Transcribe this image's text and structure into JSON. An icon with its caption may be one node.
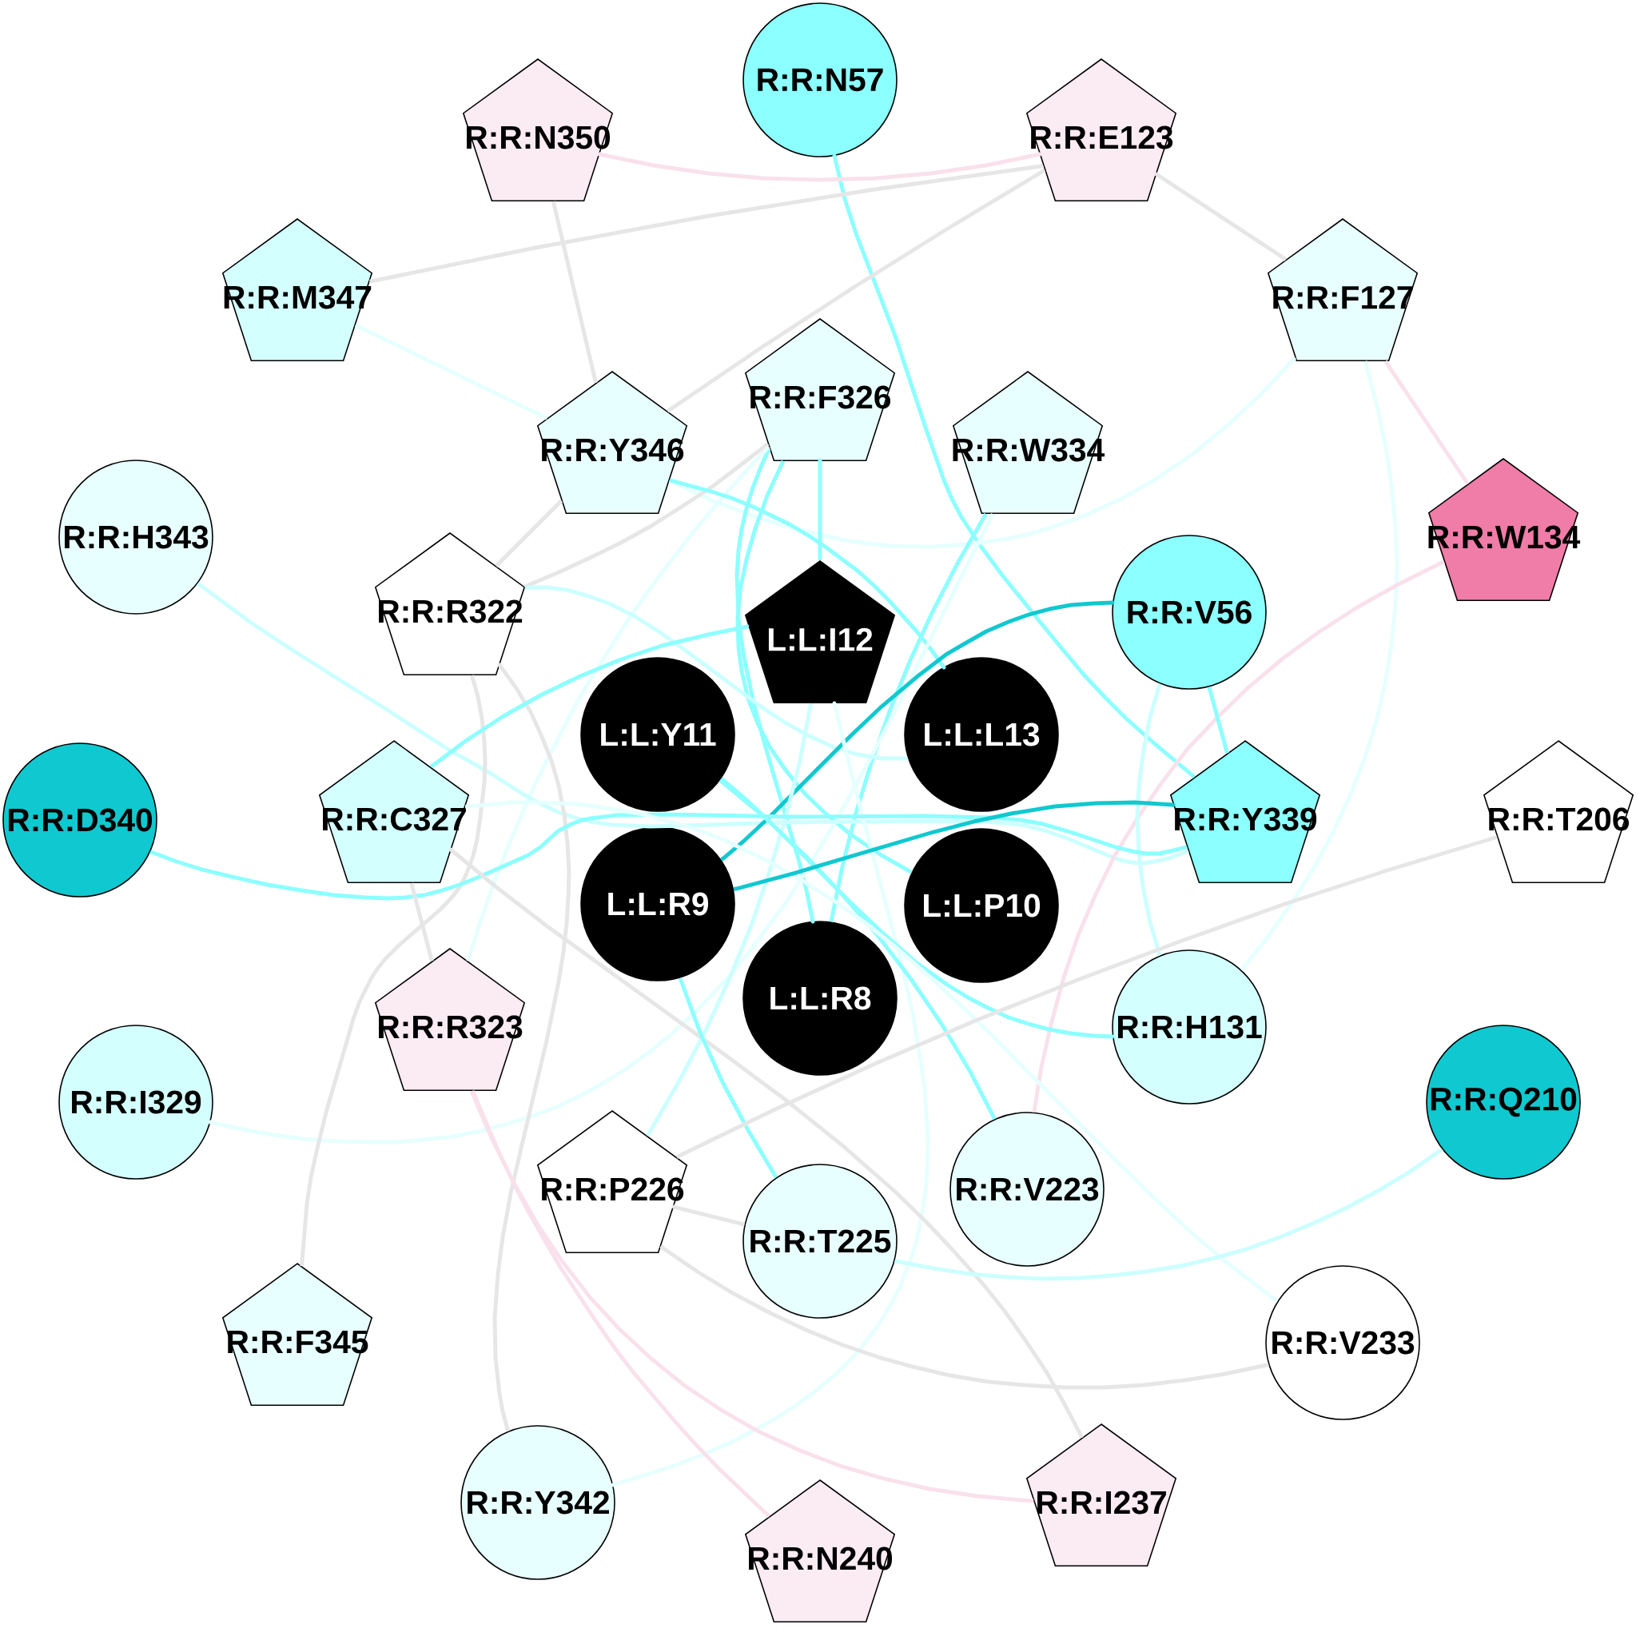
{
  "diagram": {
    "nodes": [
      {
        "text": [
          "R:R:N57"
        ]
      },
      {
        "text": [
          "R:R:N350"
        ]
      },
      {
        "text": [
          "R:R:E123"
        ]
      },
      {
        "text": [
          "R:R:M347"
        ]
      },
      {
        "text": [
          "R:R:F127"
        ]
      },
      {
        "text": [
          "R:R:F326"
        ]
      },
      {
        "text": [
          "R:R:Y346"
        ]
      },
      {
        "text": [
          "R:R:W334"
        ]
      },
      {
        "text": [
          "R:R:H343"
        ]
      },
      {
        "text": [
          "R:R:W134"
        ]
      },
      {
        "text": [
          "R:R:R322"
        ]
      },
      {
        "text": [
          "R:R:V56"
        ]
      },
      {
        "text": [
          "L:L:I12"
        ]
      },
      {
        "text": [
          "L:L:Y11"
        ]
      },
      {
        "text": [
          "L:L:L13"
        ]
      },
      {
        "text": [
          "R:R:D340"
        ]
      },
      {
        "text": [
          "R:R:C327"
        ]
      },
      {
        "text": [
          "R:R:Y339"
        ]
      },
      {
        "text": [
          "R:R:T206"
        ]
      },
      {
        "text": [
          "L:L:R9"
        ]
      },
      {
        "text": [
          "L:L:P10"
        ]
      },
      {
        "text": [
          "L:L:R8"
        ]
      },
      {
        "text": [
          "R:R:R323"
        ]
      },
      {
        "text": [
          "R:R:H131"
        ]
      },
      {
        "text": [
          "R:R:I329"
        ]
      },
      {
        "text": [
          "R:R:Q210"
        ]
      },
      {
        "text": [
          "R:R:P226"
        ]
      },
      {
        "text": [
          "R:R:V223"
        ]
      },
      {
        "text": [
          "R:R:T225"
        ]
      },
      {
        "text": [
          "R:R:F345"
        ]
      },
      {
        "text": [
          "R:R:V233"
        ]
      },
      {
        "text": [
          "R:R:Y342"
        ]
      },
      {
        "text": [
          "R:R:I237"
        ]
      },
      {
        "text": [
          "R:R:N240"
        ]
      }
    ],
    "edges": [
      {
        "from": 0,
        "to": 17,
        "arrow": "none",
        "color": "#8cffff"
      },
      {
        "from": 1,
        "to": 2,
        "arrow": "none",
        "color": "#f9e1ec"
      },
      {
        "from": 1,
        "to": 6,
        "arrow": "none"
      },
      {
        "from": 2,
        "to": 3,
        "arrow": "none"
      },
      {
        "from": 2,
        "to": 4,
        "arrow": "none"
      },
      {
        "from": 2,
        "to": 6,
        "arrow": "none"
      },
      {
        "from": 3,
        "to": 6,
        "arrow": "none",
        "color": "#e6ffff"
      },
      {
        "from": 4,
        "to": 6,
        "arrow": "none",
        "color": "#e6ffff"
      },
      {
        "from": 4,
        "to": 9,
        "arrow": "none",
        "color": "#f9e1ec"
      },
      {
        "from": 4,
        "to": 23,
        "arrow": "none",
        "color": "#e6ffff"
      },
      {
        "from": 5,
        "to": 10,
        "arrow": "none"
      },
      {
        "from": 5,
        "to": 12,
        "arrow": "none",
        "color": "#8cffff"
      },
      {
        "from": 5,
        "to": 20,
        "arrow": "none",
        "color": "#8cffff"
      },
      {
        "from": 5,
        "to": 21,
        "arrow": "none",
        "color": "#8cffff"
      },
      {
        "from": 5,
        "to": 22,
        "arrow": "none",
        "color": "#e6ffff"
      },
      {
        "from": 6,
        "to": 10,
        "arrow": "none"
      },
      {
        "from": 6,
        "to": 14,
        "arrow": "none",
        "color": "#8cffff"
      },
      {
        "from": 7,
        "to": 21,
        "arrow": "none",
        "color": "#8cffff"
      },
      {
        "from": 7,
        "to": 24,
        "arrow": "none",
        "color": "#e6ffff"
      },
      {
        "from": 8,
        "to": 17,
        "arrow": "none",
        "color": "#ccffff"
      },
      {
        "from": 9,
        "to": 27,
        "arrow": "none",
        "color": "#f9e1ec"
      },
      {
        "from": 10,
        "to": 14,
        "arrow": "none",
        "color": "#ccffff"
      },
      {
        "from": 10,
        "to": 29,
        "arrow": "none"
      },
      {
        "from": 10,
        "to": 31,
        "arrow": "none"
      },
      {
        "from": 11,
        "to": 17,
        "arrow": "none",
        "color": "#8cffff"
      },
      {
        "from": 11,
        "to": 19,
        "arrow": "none",
        "color": "#10c8d0"
      },
      {
        "from": 11,
        "to": 23,
        "arrow": "none",
        "color": "#ccffff"
      },
      {
        "from": 12,
        "to": 16,
        "arrow": "none",
        "color": "#8cffff"
      },
      {
        "from": 12,
        "to": 26,
        "arrow": "none",
        "color": "#ccffff"
      },
      {
        "from": 12,
        "to": 31,
        "arrow": "none",
        "color": "#e6ffff"
      },
      {
        "from": 13,
        "to": 23,
        "arrow": "none",
        "color": "#8cffff"
      },
      {
        "from": 13,
        "to": 27,
        "arrow": "none",
        "color": "#8cffff"
      },
      {
        "from": 15,
        "to": 17,
        "arrow": "none",
        "color": "#8cffff"
      },
      {
        "from": 16,
        "to": 22,
        "arrow": "none"
      },
      {
        "from": 16,
        "to": 30,
        "arrow": "none",
        "color": "#e6ffff"
      },
      {
        "from": 16,
        "to": 32,
        "arrow": "none"
      },
      {
        "from": 17,
        "to": 19,
        "arrow": "none",
        "color": "#10c8d0"
      },
      {
        "from": 19,
        "to": 28,
        "arrow": "none",
        "color": "#8cffff"
      },
      {
        "from": 22,
        "to": 32,
        "arrow": "none",
        "color": "#f9e1ec"
      },
      {
        "from": 22,
        "to": 33,
        "arrow": "none",
        "color": "#f9e1ec"
      },
      {
        "from": 25,
        "to": 28,
        "arrow": "none",
        "color": "#ccffff"
      },
      {
        "from": 18,
        "to": 26,
        "arrow": "none"
      },
      {
        "from": 26,
        "to": 28,
        "arrow": "none"
      },
      {
        "from": 26,
        "to": 30,
        "arrow": "none"
      }
    ]
  }
}
